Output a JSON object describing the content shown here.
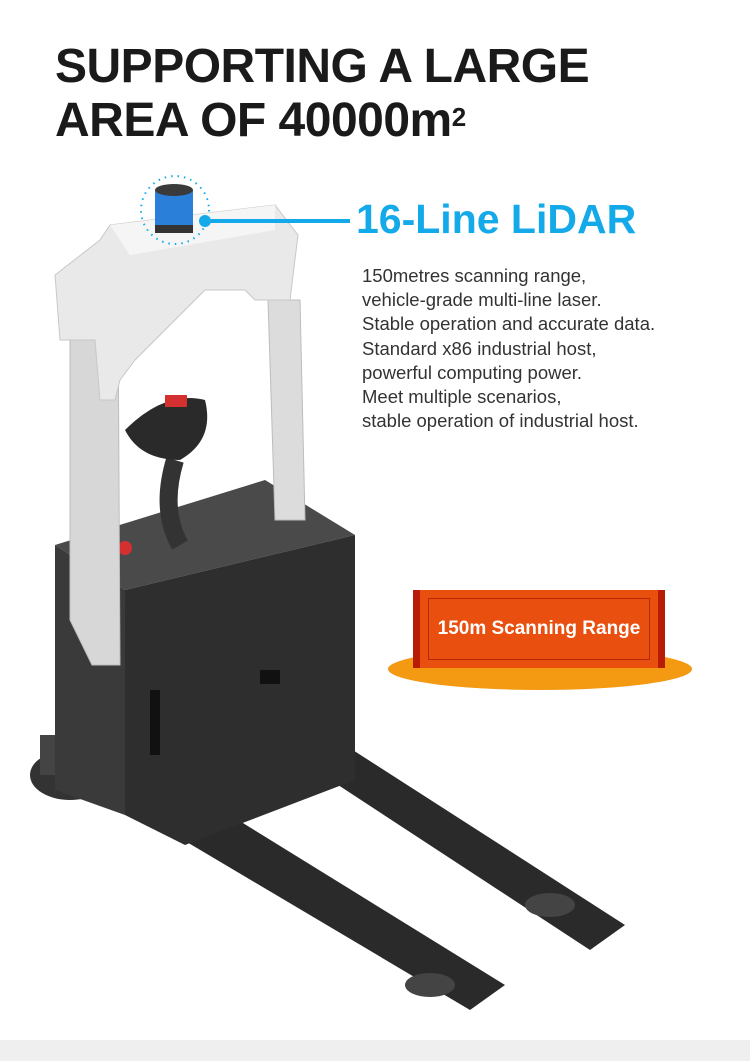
{
  "headline": {
    "line1": "SUPPORTING A LARGE",
    "line2": "AREA OF 40000m",
    "unit_sup": "2"
  },
  "lidar": {
    "label": "16-Line LiDAR",
    "accent_color": "#14a9e8"
  },
  "description": [
    "150metres scanning range,",
    "vehicle-grade multi-line laser.",
    "Stable operation and accurate data.",
    "Standard x86 industrial host,",
    "powerful computing power.",
    "Meet multiple scenarios,",
    "stable operation of industrial host."
  ],
  "badge": {
    "label": "150m Scanning Range",
    "color": "#e94f0f",
    "base_color": "#f39a12"
  }
}
